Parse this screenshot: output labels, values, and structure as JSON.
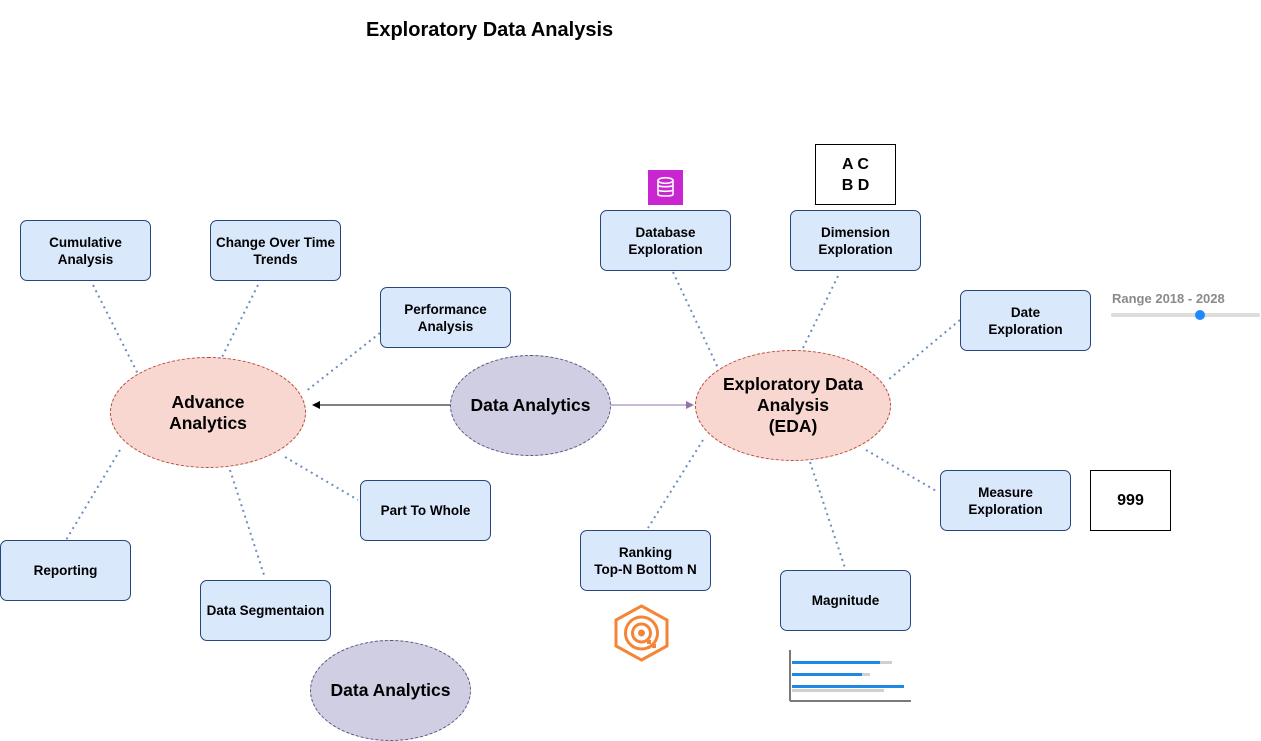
{
  "title": "Exploratory Data Analysis",
  "hubs": {
    "data_analytics_center": "Data Analytics",
    "data_analytics_bottom": "Data Analytics",
    "advance_analytics": "Advance\nAnalytics",
    "eda": "Exploratory Data\nAnalysis\n(EDA)"
  },
  "advanced_nodes": {
    "cumulative": "Cumulative\nAnalysis",
    "change_over_time": "Change Over Time\nTrends",
    "performance": "Performance\nAnalysis",
    "part_to_whole": "Part To Whole",
    "data_segmentation": "Data Segmentaion",
    "reporting": "Reporting"
  },
  "eda_nodes": {
    "database": "Database\nExploration",
    "dimension": "Dimension\nExploration",
    "date": "Date\nExploration",
    "measure": "Measure\nExploration",
    "magnitude": "Magnitude",
    "ranking": "Ranking\nTop-N Bottom N"
  },
  "widgets": {
    "dimension_card": "A C\nB D",
    "measure_card": "999",
    "range_label": "Range 2018 - 2028",
    "range_value": 2024,
    "range_min": 2018,
    "range_max": 2028
  },
  "icons": {
    "database": "database-icon",
    "ranking": "target-hexagon-icon",
    "magnitude": "bar-chart-icon"
  },
  "colors": {
    "node_fill": "#dae8fc",
    "node_border": "#26467d",
    "hub_red_fill": "#f8d7d0",
    "hub_purple_fill": "#d0cee2",
    "link_dotted": "#6c8ebf",
    "slider_thumb": "#1e88ff",
    "database_icon": "#c925d1",
    "ranking_icon": "#f58536"
  }
}
